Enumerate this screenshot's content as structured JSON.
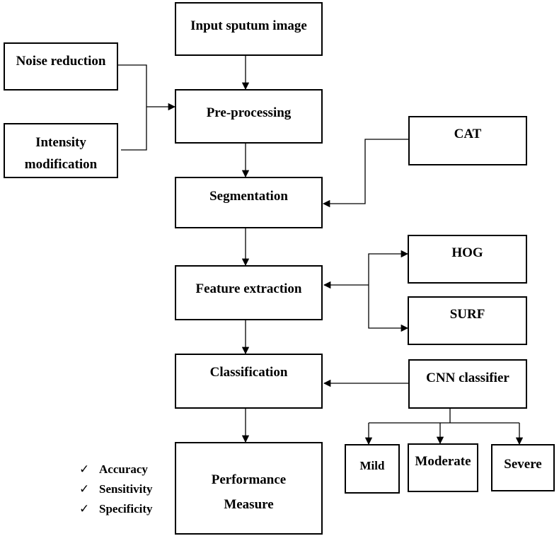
{
  "diagram": {
    "steps": {
      "input": "Input sputum image",
      "preprocessing": "Pre-processing",
      "segmentation": "Segmentation",
      "feature_extraction": "Feature extraction",
      "classification": "Classification",
      "performance_line1": "Performance",
      "performance_line2": "Measure"
    },
    "preprocessing_inputs": {
      "noise_reduction": "Noise reduction",
      "intensity_line1": "Intensity",
      "intensity_line2": "modification"
    },
    "segmentation_method": "CAT",
    "feature_methods": {
      "hog": "HOG",
      "surf": "SURF"
    },
    "classifier": "CNN classifier",
    "classes": {
      "mild": "Mild",
      "moderate": "Moderate",
      "severe": "Severe"
    },
    "metrics": [
      {
        "mark": "✓",
        "label": "Accuracy"
      },
      {
        "mark": "✓",
        "label": "Sensitivity"
      },
      {
        "mark": "✓",
        "label": "Specificity"
      }
    ]
  }
}
